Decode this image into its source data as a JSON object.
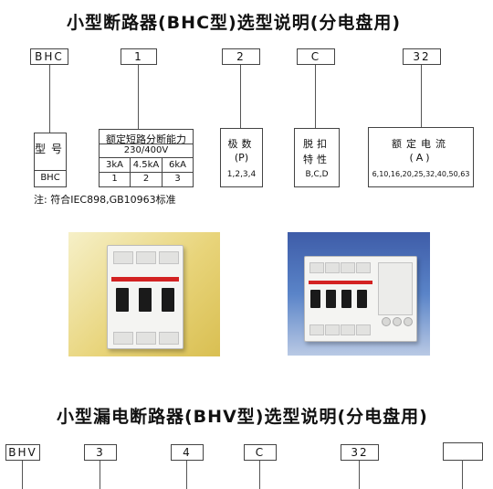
{
  "bhc": {
    "title": "小型断路器(BHC型)选型说明(分电盘用)",
    "codes": [
      "BHC",
      "1",
      "2",
      "C",
      "32"
    ],
    "model_box": {
      "header": "型号",
      "value": "BHC"
    },
    "breaking_box": {
      "header": "额定短路分断能力",
      "voltage": "230/400V",
      "capacities": [
        "3kA",
        "4.5kA",
        "6kA"
      ],
      "codes": [
        "1",
        "2",
        "3"
      ]
    },
    "poles_box": {
      "line1": "极数",
      "line2": "(P)",
      "values": "1,2,3,4"
    },
    "trip_box": {
      "line1": "脱扣",
      "line2": "特性",
      "values": "B,C,D"
    },
    "current_box": {
      "line1": "额定电流",
      "line2": "(A)",
      "values": "6,10,16,20,25,32,40,50,63"
    },
    "note": "注: 符合IEC898,GB10963标准"
  },
  "bhv": {
    "title": "小型漏电断路器(BHV型)选型说明(分电盘用)",
    "codes": [
      "BHV",
      "3",
      "4",
      "C",
      "32",
      ""
    ]
  },
  "photos": {
    "left_bg": "#e8d47a",
    "right_bg": "#4a6fb8",
    "breaker_red": "#d32222"
  }
}
